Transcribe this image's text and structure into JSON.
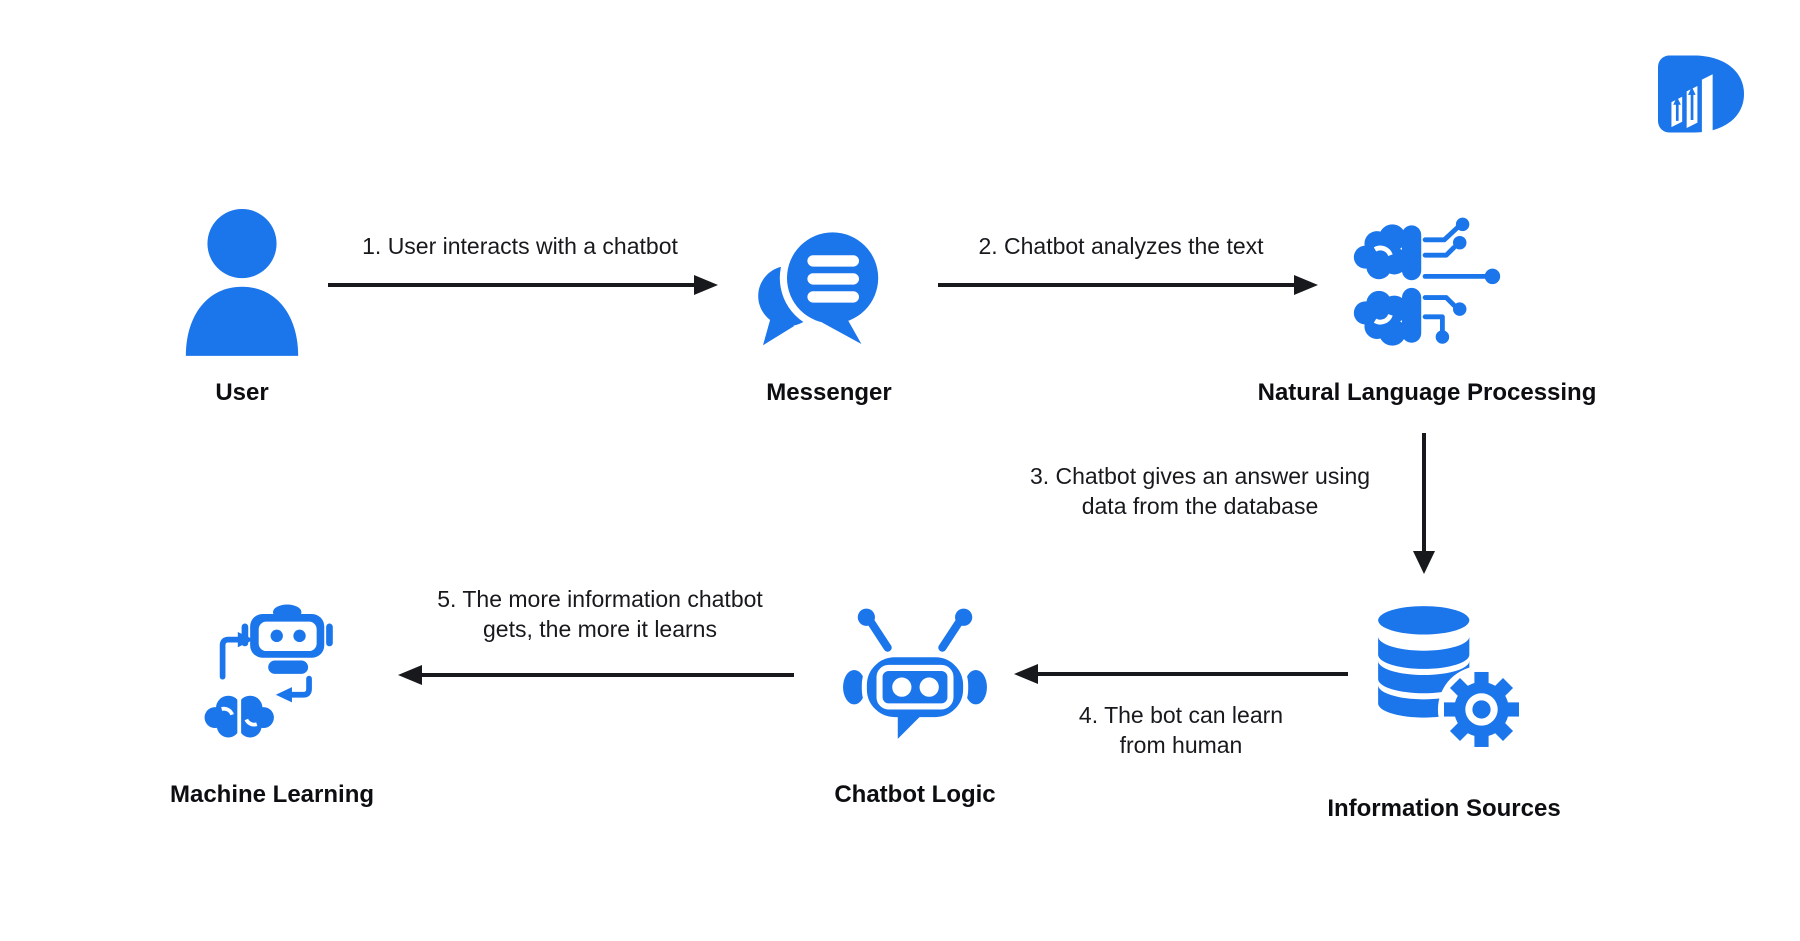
{
  "colors": {
    "accent": "#1b75eb",
    "arrow": "#17191d",
    "text": "#17191d",
    "background": "#ffffff"
  },
  "logo": {
    "icon": "growth-d-logo-icon"
  },
  "nodes": {
    "user": {
      "label": "User",
      "icon": "user-icon"
    },
    "messenger": {
      "label": "Messenger",
      "icon": "chat-bubbles-icon"
    },
    "nlp": {
      "label": "Natural Language Processing",
      "icon": "brain-circuit-icon"
    },
    "machine_learning": {
      "label": "Machine Learning",
      "icon": "robot-learning-icon"
    },
    "chatbot_logic": {
      "label": "Chatbot Logic",
      "icon": "robot-head-icon"
    },
    "information_sources": {
      "label": "Information Sources",
      "icon": "database-gear-icon"
    }
  },
  "steps": {
    "s1": {
      "line1": "1. User interacts with a chatbot"
    },
    "s2": {
      "line1": "2. Chatbot analyzes the text"
    },
    "s3": {
      "line1": "3. Chatbot gives an answer using",
      "line2": "data from the database"
    },
    "s4": {
      "line1": "4. The bot can learn",
      "line2": "from human"
    },
    "s5": {
      "line1": "5. The more information chatbot",
      "line2": "gets, the more it learns"
    }
  }
}
